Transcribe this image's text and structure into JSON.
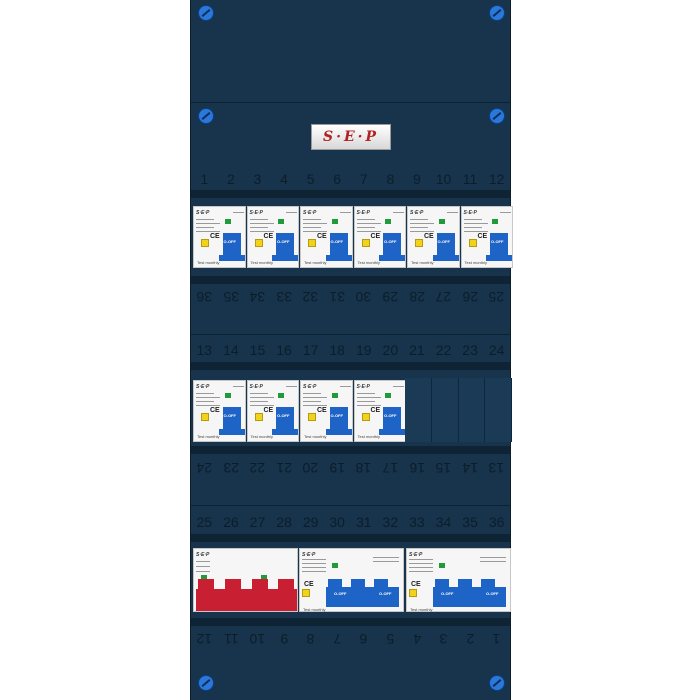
{
  "logo": {
    "text": "S·E·P"
  },
  "top_numbers": [
    "1",
    "2",
    "3",
    "4",
    "5",
    "6",
    "7",
    "8",
    "9",
    "10",
    "11",
    "12"
  ],
  "row1_bottom_numbers": [
    "36",
    "35",
    "34",
    "33",
    "32",
    "31",
    "30",
    "29",
    "28",
    "27",
    "26",
    "25"
  ],
  "row2_top_numbers": [
    "13",
    "14",
    "15",
    "16",
    "17",
    "18",
    "19",
    "20",
    "21",
    "22",
    "23",
    "24"
  ],
  "row2_bottom_numbers": [
    "24",
    "23",
    "22",
    "21",
    "20",
    "19",
    "18",
    "17",
    "16",
    "15",
    "14",
    "13"
  ],
  "row3_top_numbers": [
    "25",
    "26",
    "27",
    "28",
    "29",
    "30",
    "31",
    "32",
    "33",
    "34",
    "35",
    "36"
  ],
  "row3_bottom_numbers": [
    "12",
    "11",
    "10",
    "9",
    "8",
    "7",
    "6",
    "5",
    "4",
    "3",
    "2",
    "1"
  ],
  "device_labels": {
    "brand": "S·E·P",
    "ce": "CE",
    "off": "O-OFF",
    "test": "Test monthly"
  },
  "colors": {
    "panel": "#17344c",
    "switch_blue": "#1e63c6",
    "switch_red": "#c82032",
    "toggle_yellow": "#f2d21a"
  }
}
